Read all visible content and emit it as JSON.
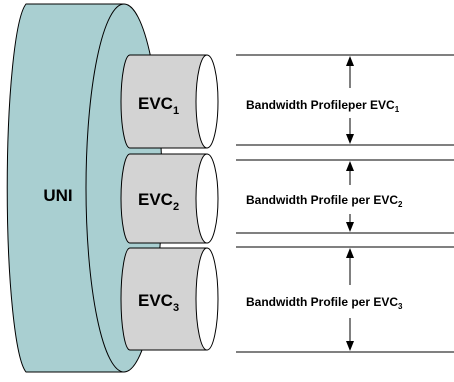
{
  "uni": {
    "label": "UNI"
  },
  "evcs": [
    {
      "base": "EVC",
      "sub": "1",
      "profile_text": "Bandwidth Profileper EVC",
      "profile_sub": "1"
    },
    {
      "base": "EVC",
      "sub": "2",
      "profile_text": "Bandwidth Profile per EVC",
      "profile_sub": "2"
    },
    {
      "base": "EVC",
      "sub": "3",
      "profile_text": "Bandwidth Profile per EVC",
      "profile_sub": "3"
    }
  ],
  "colors": {
    "uni_fill": "#a9cfd1",
    "uni_dark": "#8fb8bb",
    "evc_fill": "#d3d3d3",
    "evc_cap": "#ffffff",
    "stroke": "#000000"
  }
}
